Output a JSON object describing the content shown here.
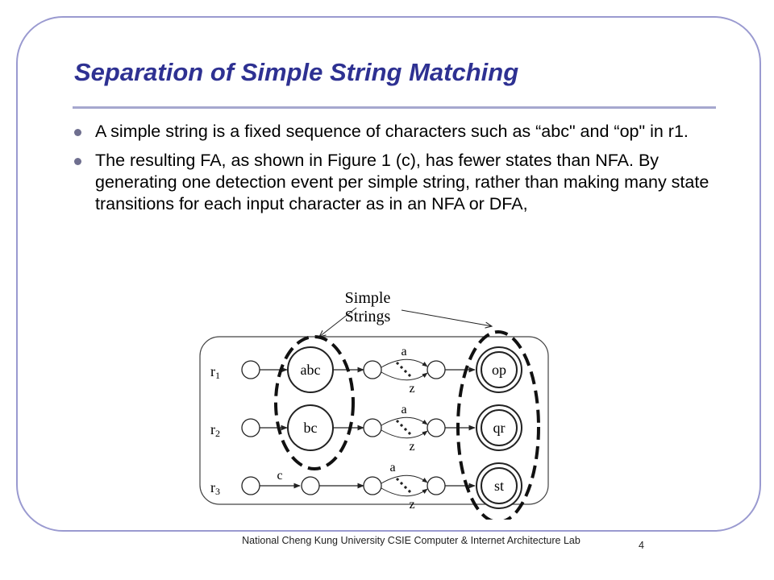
{
  "slide": {
    "title": "Separation of Simple String Matching",
    "bullets": [
      "A simple string is a fixed sequence of characters such as “abc\" and “op\" in r1.",
      "The resulting FA, as shown in Figure 1 (c), has fewer states than NFA. By generating one detection event per simple string, rather than making many state transitions for each input character as in an NFA or DFA,"
    ],
    "footer": "National Cheng Kung University CSIE Computer & Internet Architecture Lab",
    "page_number": "4"
  },
  "diagram": {
    "callout_line1": "Simple",
    "callout_line2": "Strings",
    "rows": [
      {
        "rule_base": "r",
        "rule_sub": "1",
        "first_string": "abc",
        "edge_label": "",
        "range_top": "a",
        "range_bottom": "z",
        "last_string": "op"
      },
      {
        "rule_base": "r",
        "rule_sub": "2",
        "first_string": "bc",
        "edge_label": "",
        "range_top": "a",
        "range_bottom": "z",
        "last_string": "qr"
      },
      {
        "rule_base": "r",
        "rule_sub": "3",
        "first_string": "",
        "edge_label": "c",
        "range_top": "a",
        "range_bottom": "z",
        "last_string": "st"
      }
    ]
  }
}
